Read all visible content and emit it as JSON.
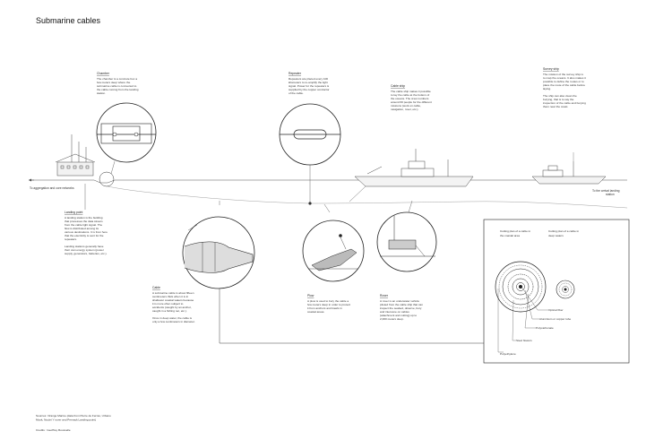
{
  "title": "Submarine cables",
  "labels": {
    "aggregation": [
      "To aggregation and core networks"
    ],
    "next_landing": [
      "To the arrival landing",
      "station"
    ]
  },
  "annotations": {
    "chamber": {
      "title": "Chamber",
      "lines": [
        "The chamber is a concrete box a",
        "few meters deep where the",
        "submarine cable is connected to",
        "the cable coming from the landing",
        "station."
      ]
    },
    "repeater": {
      "title": "Repeater",
      "lines": [
        "Repeaters are placed every 100",
        "kilometers to re-amplify the light",
        "signal. Power for the repeaters is",
        "supplied by the copper conductor",
        "of the cable."
      ]
    },
    "cable_ship": {
      "title": "Cable ship",
      "lines": [
        "The cable ship makes it possible",
        "to lay the cable at the bottom of",
        "the oceans. The crew numbers",
        "around 60 people for the different",
        "missions (work on cable,",
        "navigation, rover, etc.)."
      ]
    },
    "survey_ship": {
      "title": "Survey ship",
      "lines": [
        "The mission of the survey ship is",
        "to map the oceans. It also makes it",
        "possible to define the routes or to",
        "place the route of the cable before",
        "laying.",
        "",
        "The ship can also clean the",
        "burying, that is to say the",
        "inspection of the cable and burying",
        "them near the coast."
      ]
    },
    "landing_point": {
      "title": "Landing point",
      "lines": [
        "A landing station is the building",
        "that processes the data stream",
        "from the cable light signal. The",
        "flow is distributed among its",
        "various destinations. It is from here",
        "that the electricity is sent for the",
        "repeaters.",
        "",
        "Landing stations generally have",
        "their own energy system (power",
        "supply, generators, batteries, etc.)."
      ]
    },
    "cable": {
      "title": "Cable",
      "lines": [
        "A submarine cable is about fifteen",
        "centimeters thick when it is in",
        "shallower coastal waters because",
        "it is more often subject to",
        "accidents (caught by an anchor,",
        "caught in a fishing net, etc.).",
        "",
        "Once in deep water, the cable is",
        "only a few centimeters in diameter."
      ]
    },
    "plow": {
      "title": "Plow",
      "lines": [
        "A plow is used to bury the cable a",
        "few meters deep in order to protect",
        "it from anchors and trawls in",
        "coastal areas."
      ]
    },
    "rover": {
      "title": "Rover",
      "lines": [
        "A rover is an underwater vehicle",
        "piloted from the cable ship that can",
        "inspect the seabed, observe, bury",
        "and intervene on cables",
        "(attachment and cutting) up to",
        "2,000 meters deep."
      ]
    }
  },
  "cross_sections": {
    "coastal_title": [
      "Cutting plan of a cable in",
      "the coastal area"
    ],
    "deep_title": [
      "Cutting plan of a cable in",
      "deep waters"
    ],
    "layers": [
      "Optical fiber",
      "Aluminium or copper tube",
      "Polycarbonate",
      "Steel flowers",
      "Polyethylene"
    ]
  },
  "footer": {
    "sources": [
      "Sources: Orange Marine (data from Pierre de Ferras, Urbano",
      "Musk, Nuclei Y rover and Pernack Landing point)"
    ],
    "credits": "Credits : Geoffrey Rousselle"
  },
  "colors": {
    "line": "#444444",
    "ink": "#222222",
    "water": "#cfd6dc"
  }
}
